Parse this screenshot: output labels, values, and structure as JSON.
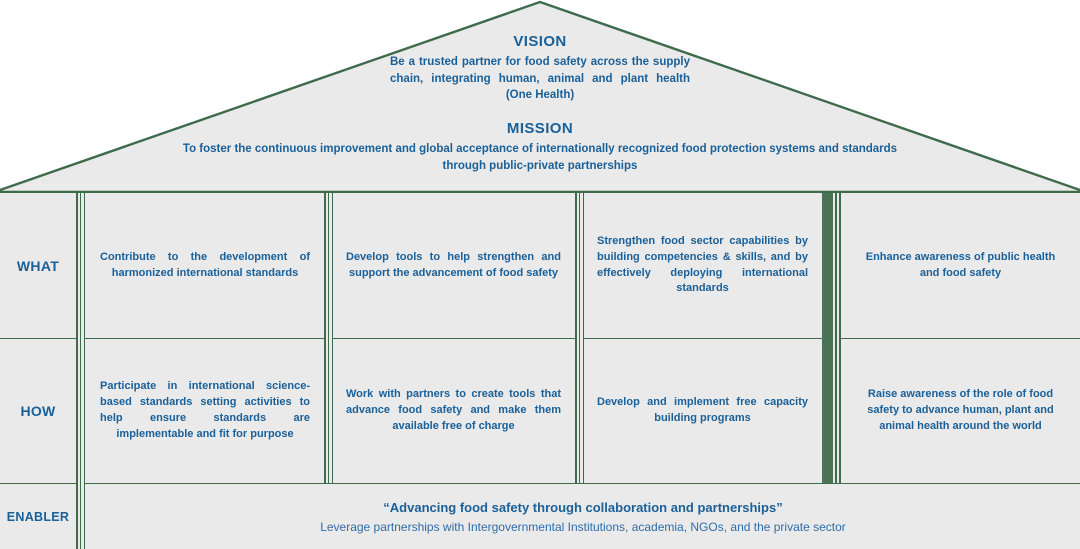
{
  "roof": {
    "vision": {
      "heading": "VISION",
      "body": "Be a trusted partner for food safety across the supply chain, integrating human, animal and plant health (One Health)"
    },
    "mission": {
      "heading": "MISSION",
      "body": "To foster the continuous improvement and global acceptance of internationally recognized food protection systems and standards through public-private partnerships"
    }
  },
  "rows": {
    "what": {
      "label": "WHAT",
      "cells": [
        "Contribute to the development of harmonized international standards",
        "Develop tools to help strengthen and support the advancement of food safety",
        "Strengthen food sector capabilities by building competencies & skills, and by effectively deploying international standards",
        "Enhance awareness of public health and food safety"
      ]
    },
    "how": {
      "label": "HOW",
      "cells": [
        "Participate in international science-based standards setting activities to help ensure standards are implementable and fit for purpose",
        "Work with partners to create tools that advance food safety and make them available free of charge",
        "Develop and implement free capacity building programs",
        "Raise awareness of the role of food safety to advance human, plant and animal health around the world"
      ]
    },
    "enabler": {
      "label": "ENABLER",
      "title": "“Advancing food safety through collaboration and partnerships”",
      "subtitle": "Leverage partnerships with Intergovernmental Institutions, academia, NGOs, and the private sector"
    }
  },
  "colors": {
    "text_blue": "#1a6099",
    "subtitle_blue": "#2e6da8",
    "pillar_green": "#3f6b4d",
    "pillar_green_thick": "#4a7355",
    "panel_gray": "#eaeaea"
  }
}
